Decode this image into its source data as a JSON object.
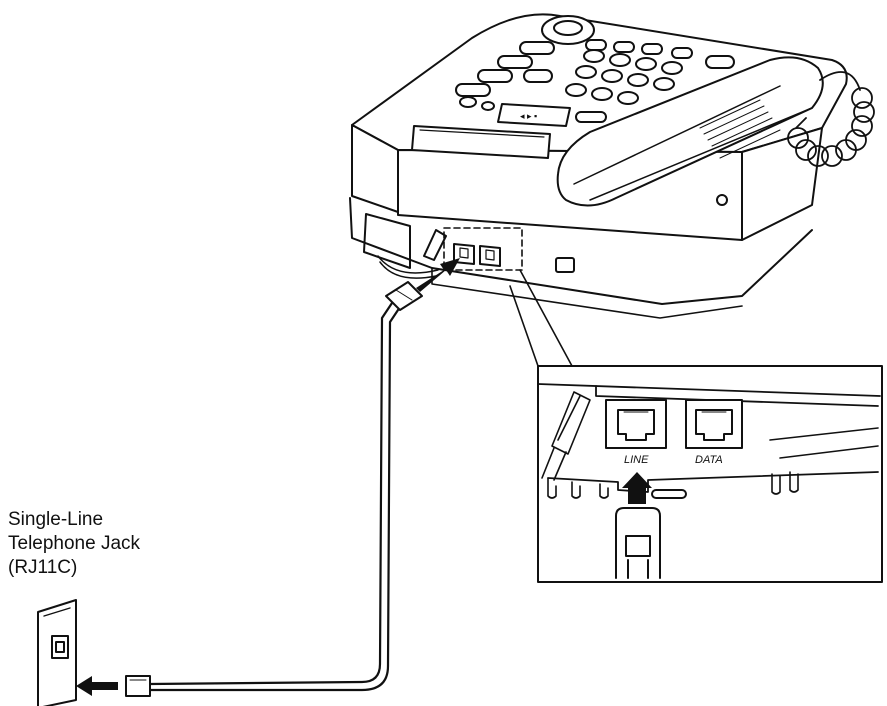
{
  "wall_jack": {
    "line1": "Single-Line",
    "line2": "Telephone Jack",
    "line3": "(RJ11C)"
  },
  "inset": {
    "port_line": "LINE",
    "port_data": "DATA"
  }
}
